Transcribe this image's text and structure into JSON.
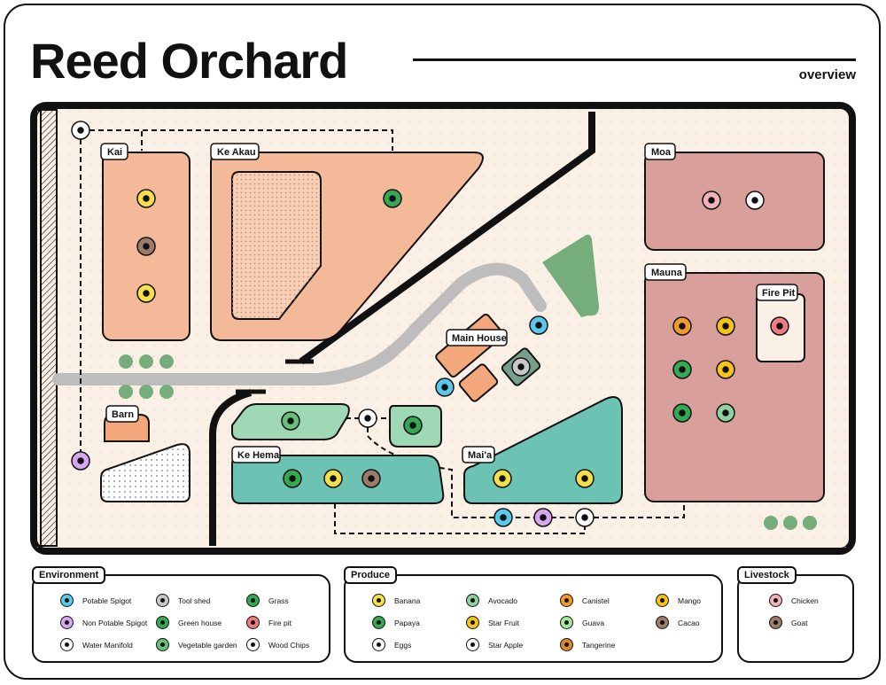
{
  "header": {
    "title": "Reed Orchard",
    "subtitle": "overview"
  },
  "map": {
    "areas": {
      "kai": "Kai",
      "ke_akau": "Ke Akau",
      "moa": "Moa",
      "mauna": "Mauna",
      "fire_pit": "Fire Pit",
      "main_house": "Main House",
      "barn": "Barn",
      "ke_hema": "Ke Hema",
      "maia": "Mai'a"
    }
  },
  "legend": {
    "environment": {
      "title": "Environment",
      "items": [
        {
          "label": "Potable Spigot",
          "color": "#5ac8eb",
          "icon": "spigot-icon"
        },
        {
          "label": "Tool shed",
          "color": "#c8c8c8",
          "icon": "wrench-icon"
        },
        {
          "label": "Grass",
          "color": "#34a853",
          "icon": "grass-icon"
        },
        {
          "label": "Non Potable Spigot",
          "color": "#d7a6ef",
          "icon": "spigot-icon"
        },
        {
          "label": "Green house",
          "color": "#34a853",
          "icon": "sprout-icon"
        },
        {
          "label": "Fire pit",
          "color": "#f07a82",
          "icon": "flame-icon"
        },
        {
          "label": "Water Manifold",
          "color": "#ffffff",
          "icon": "manifold-icon"
        },
        {
          "label": "Vegetable garden",
          "color": "#6abf7b",
          "icon": "vegetable-icon"
        },
        {
          "label": "Wood Chips",
          "color": "#ffffff",
          "icon": "woodchips-icon"
        }
      ]
    },
    "produce": {
      "title": "Produce",
      "items": [
        {
          "label": "Banana",
          "color": "#f7df4a",
          "icon": "banana-icon"
        },
        {
          "label": "Avocado",
          "color": "#8fd19e",
          "icon": "avocado-icon"
        },
        {
          "label": "Canistel",
          "color": "#f39a2b",
          "icon": "canistel-icon"
        },
        {
          "label": "Mango",
          "color": "#f7c31a",
          "icon": "mango-icon"
        },
        {
          "label": "Papaya",
          "color": "#34a853",
          "icon": "papaya-icon"
        },
        {
          "label": "Star Fruit",
          "color": "#f7c31a",
          "icon": "starfruit-icon"
        },
        {
          "label": "Guava",
          "color": "#a8e6a0",
          "icon": "guava-icon"
        },
        {
          "label": "Cacao",
          "color": "#9c7b6a",
          "icon": "cacao-icon"
        },
        {
          "label": "Eggs",
          "color": "#ffffff",
          "icon": "egg-icon"
        },
        {
          "label": "Star Apple",
          "color": "#ffffff",
          "icon": "starapple-icon"
        },
        {
          "label": "Tangerine",
          "color": "#d98a2b",
          "icon": "tangerine-icon"
        }
      ]
    },
    "livestock": {
      "title": "Livestock",
      "items": [
        {
          "label": "Chicken",
          "color": "#f2b3b8",
          "icon": "chicken-icon"
        },
        {
          "label": "Goat",
          "color": "#9c7b6a",
          "icon": "goat-icon"
        }
      ]
    }
  }
}
